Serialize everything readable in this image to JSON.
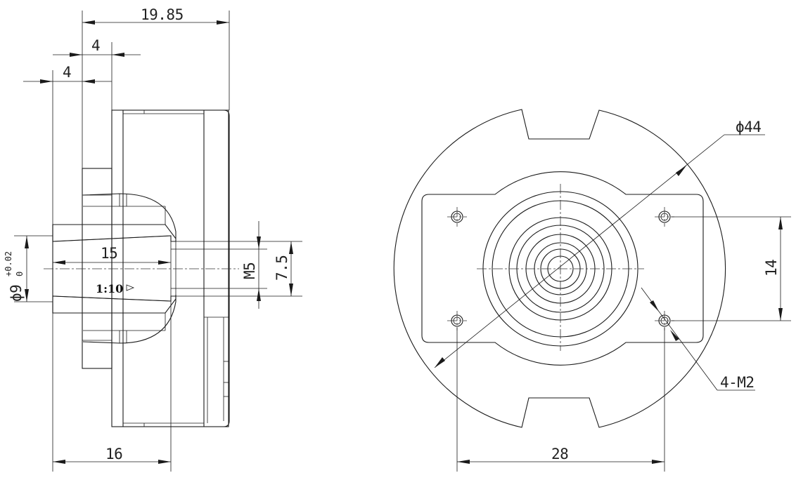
{
  "side_view": {
    "dim_overall_length": "19.85",
    "dim_flange_offset": "4",
    "dim_hub_offset": "4",
    "dim_bore_depth": "15",
    "dim_base_length": "16",
    "dim_bore_diameter": "ϕ9",
    "dim_bore_tol_upper": "+0.02",
    "dim_bore_tol_lower": "0",
    "dim_thread": "M5",
    "dim_thread_spacing": "7.5",
    "taper_label": "1:10"
  },
  "front_view": {
    "dim_outer_diameter": "ϕ44",
    "dim_hole_vertical": "14",
    "dim_hole_horizontal": "28",
    "hole_callout": "4-M2"
  }
}
